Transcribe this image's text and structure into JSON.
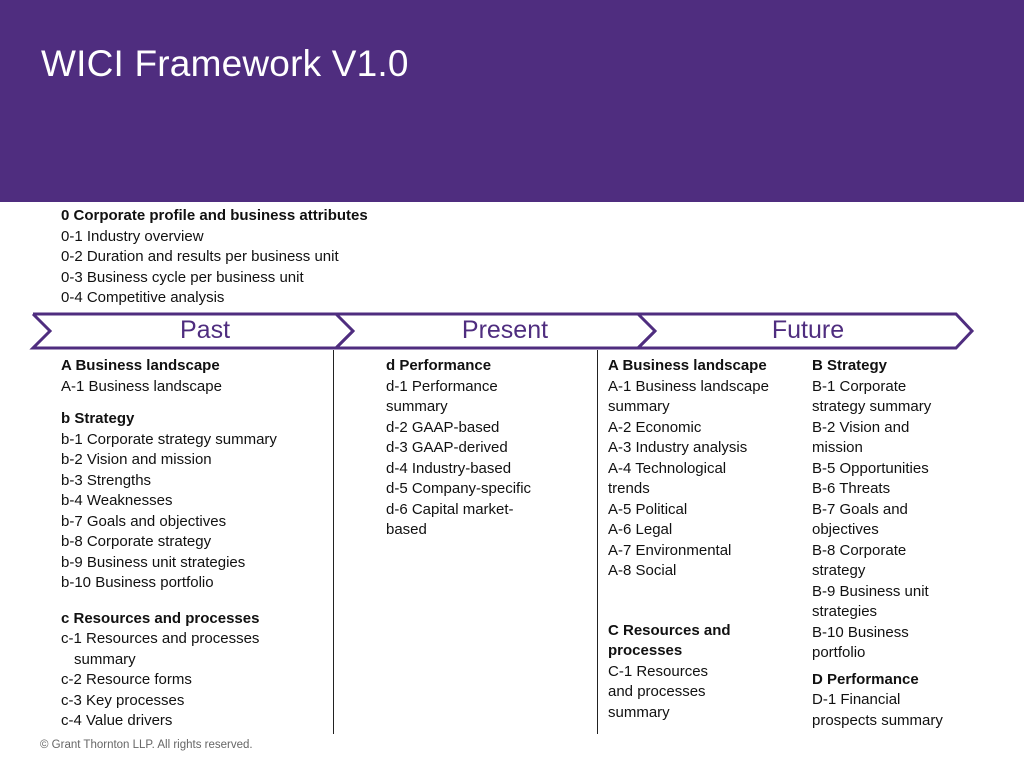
{
  "header": {
    "title": "WICI Framework V1.0"
  },
  "corporate_profile": {
    "title": "0 Corporate profile and business attributes",
    "items": [
      "0-1 Industry overview",
      "0-2 Duration and results per business unit",
      "0-3 Business cycle per business unit",
      "0-4 Competitive analysis"
    ]
  },
  "timeline": {
    "past": "Past",
    "present": "Present",
    "future": "Future"
  },
  "past": {
    "a_title": "A Business landscape",
    "a_items": [
      "A-1 Business landscape"
    ],
    "b_title": "b Strategy",
    "b_items": [
      "b-1 Corporate strategy summary",
      "b-2 Vision and mission",
      "b-3 Strengths",
      "b-4 Weaknesses",
      "b-7 Goals and objectives",
      "b-8 Corporate strategy",
      "b-9 Business unit strategies",
      "b-10 Business portfolio"
    ],
    "c_title": "c Resources and processes",
    "c_items": [
      "c-1 Resources and processes",
      "summary",
      "c-2 Resource forms",
      "c-3 Key processes",
      "c-4 Value drivers"
    ]
  },
  "present": {
    "d_title": "d Performance",
    "d_items": [
      "d-1 Performance",
      "summary",
      "d-2 GAAP-based",
      "d-3 GAAP-derived",
      "d-4 Industry-based",
      "d-5 Company-specific",
      "d-6 Capital market-",
      "based"
    ]
  },
  "future_left": {
    "a_title": "A Business landscape",
    "a_items": [
      "A-1 Business landscape",
      "summary",
      "A-2 Economic",
      "A-3 Industry analysis",
      "A-4 Technological",
      "trends",
      "A-5 Political",
      "A-6 Legal",
      "A-7 Environmental",
      "A-8 Social"
    ],
    "c_title_1": "C Resources and",
    "c_title_2": "processes",
    "c_items": [
      "C-1 Resources",
      "and processes",
      "summary"
    ]
  },
  "future_right": {
    "b_title": "B Strategy",
    "b_items": [
      "B-1 Corporate",
      "strategy summary",
      "B-2 Vision and",
      "mission",
      "B-5 Opportunities",
      "B-6 Threats",
      "B-7 Goals and",
      "objectives",
      "B-8 Corporate",
      "strategy",
      "B-9 Business unit",
      "strategies",
      "B-10 Business",
      "portfolio"
    ],
    "d_title": "D Performance",
    "d_items": [
      "D-1 Financial",
      "prospects summary"
    ]
  },
  "footer": {
    "text": "© Grant Thornton LLP. All rights reserved."
  },
  "colors": {
    "header_bg": "#4f2d7f",
    "arrow": "#4f2d7f",
    "text": "#111111"
  }
}
